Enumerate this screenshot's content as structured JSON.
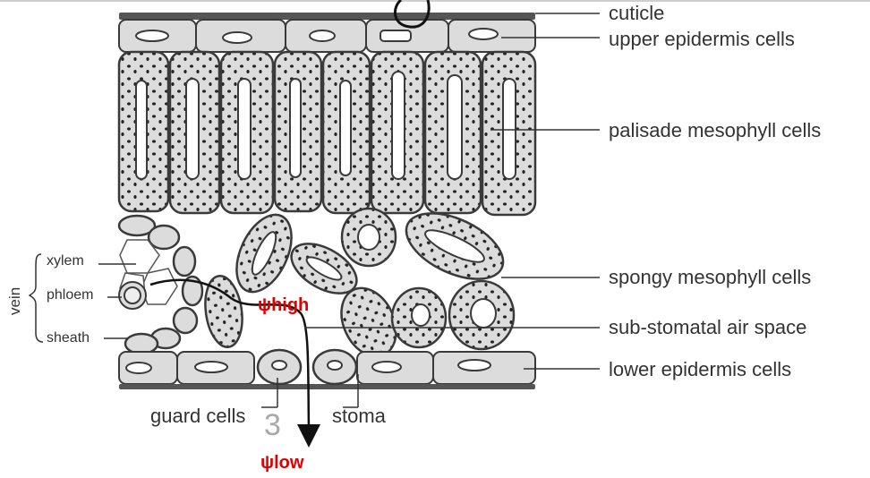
{
  "labels": {
    "cuticle": "cuticle",
    "upper_epidermis": "upper epidermis cells",
    "palisade": "palisade mesophyll cells",
    "spongy": "spongy mesophyll cells",
    "air_space": "sub-stomatal air space",
    "lower_epidermis": "lower epidermis cells",
    "guard_cells": "guard cells",
    "stoma": "stoma",
    "xylem": "xylem",
    "phloem": "phloem",
    "sheath": "sheath",
    "vein": "vein"
  },
  "annotations": {
    "psi_high": "ψhigh",
    "psi_low": "ψlow",
    "marker_number": "3"
  },
  "colors": {
    "cell_fill": "#dcdcdc",
    "outline": "#3a3a3a",
    "annotation_red": "#e00000",
    "marker_gray": "#a9a9a9"
  }
}
